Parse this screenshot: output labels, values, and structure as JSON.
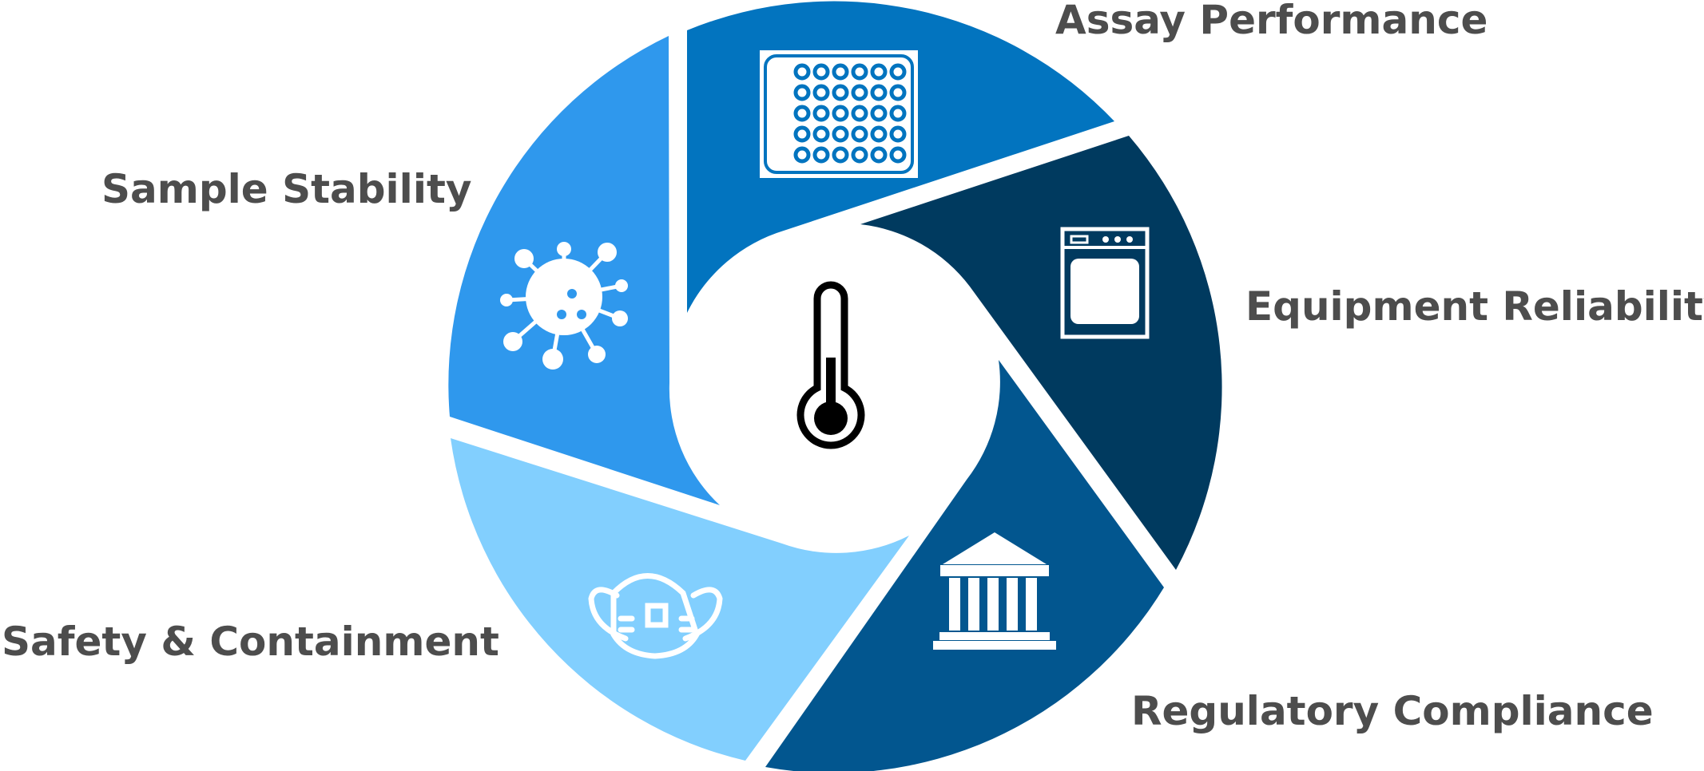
{
  "center": {
    "icon": "thermometer-icon"
  },
  "segments": [
    {
      "id": "assay-performance",
      "label": "Assay Performance",
      "icon": "well-plate-icon",
      "color": "#0274BF"
    },
    {
      "id": "equipment-reliability",
      "label": "Equipment Reliability",
      "icon": "oven-icon",
      "color": "#003A5F"
    },
    {
      "id": "regulatory-compliance",
      "label": "Regulatory Compliance",
      "icon": "building-columns-icon",
      "color": "#02568F"
    },
    {
      "id": "safety-containment",
      "label": "Safety & Containment",
      "icon": "face-mask-icon",
      "color": "#82CFFE"
    },
    {
      "id": "sample-stability",
      "label": "Sample Stability",
      "icon": "virus-icon",
      "color": "#2F98ED"
    }
  ],
  "label_color": "#4D4D4D"
}
